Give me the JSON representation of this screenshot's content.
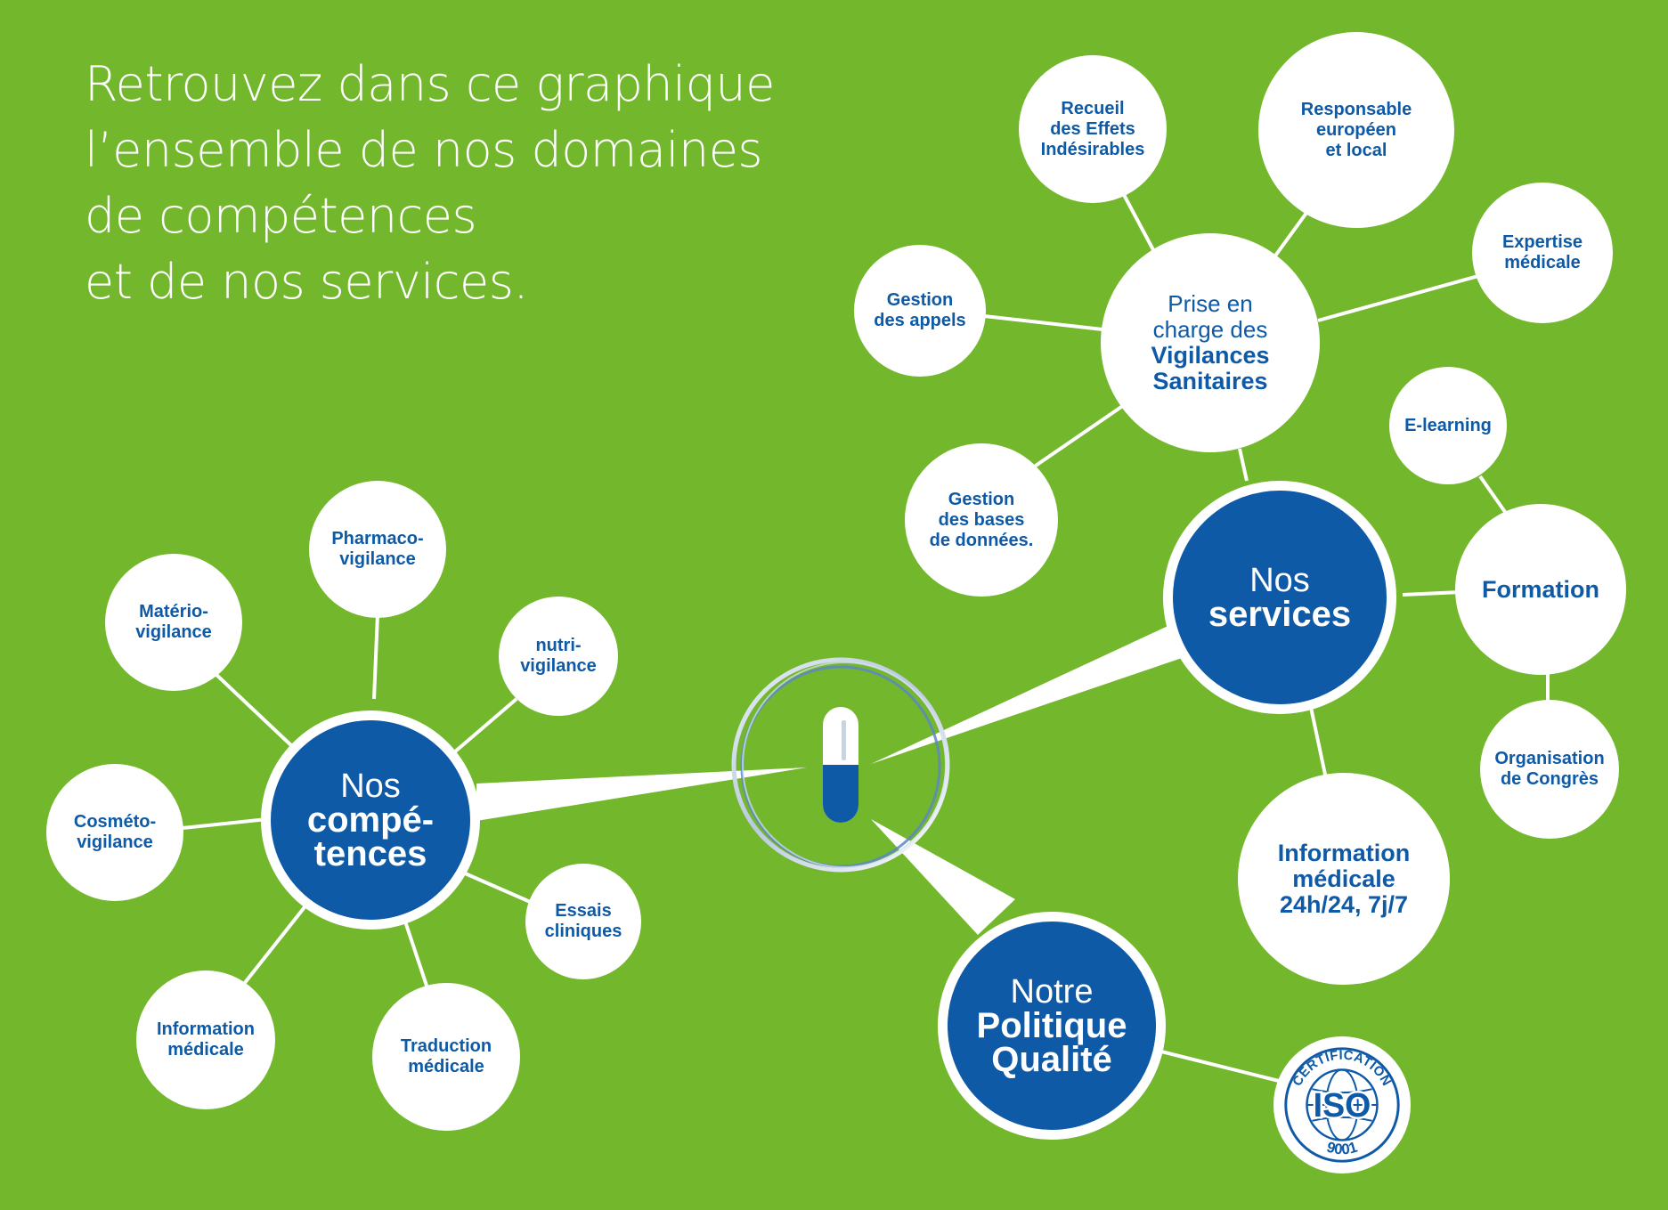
{
  "headline": [
    "Retrouvez dans ce graphique",
    "l’ensemble de nos domaines",
    "de compétences",
    "et de nos services."
  ],
  "colors": {
    "background": "#73b72d",
    "brand_blue": "#0e5aa7",
    "white": "#ffffff"
  },
  "hubs": {
    "competences": {
      "light": [
        "Nos"
      ],
      "bold": [
        "compé-",
        "tences"
      ]
    },
    "services": {
      "light": [
        "Nos"
      ],
      "bold": [
        "services"
      ]
    },
    "qualite": {
      "light": [
        "Notre"
      ],
      "bold": [
        "Politique",
        "Qualité"
      ]
    }
  },
  "competences": [
    {
      "id": "pharmaco",
      "lines": [
        "Pharmaco-",
        "vigilance"
      ]
    },
    {
      "id": "materio",
      "lines": [
        "Matério-",
        "vigilance"
      ]
    },
    {
      "id": "nutri",
      "lines": [
        "nutri-",
        "vigilance"
      ]
    },
    {
      "id": "cosmeto",
      "lines": [
        "Cosméto-",
        "vigilance"
      ]
    },
    {
      "id": "essais",
      "lines": [
        "Essais",
        "cliniques"
      ]
    },
    {
      "id": "information",
      "lines": [
        "Information",
        "médicale"
      ]
    },
    {
      "id": "traduction",
      "lines": [
        "Traduction",
        "médicale"
      ]
    }
  ],
  "vigilances": {
    "center": {
      "light": [
        "Prise en",
        "charge des"
      ],
      "bold": [
        "Vigilances",
        "Sanitaires"
      ]
    },
    "items": [
      {
        "id": "recueil",
        "lines": [
          "Recueil",
          "des Effets",
          "Indésirables"
        ]
      },
      {
        "id": "responsable",
        "lines": [
          "Responsable",
          "européen",
          "et local"
        ]
      },
      {
        "id": "expertise",
        "lines": [
          "Expertise",
          "médicale"
        ]
      },
      {
        "id": "appels",
        "lines": [
          "Gestion",
          "des appels"
        ]
      },
      {
        "id": "bases",
        "lines": [
          "Gestion",
          "des bases",
          "de données."
        ]
      }
    ]
  },
  "formation": {
    "center": [
      "Formation"
    ],
    "items": [
      {
        "id": "elearning",
        "lines": [
          "E-learning"
        ]
      },
      {
        "id": "congres",
        "lines": [
          "Organisation",
          "de Congrès"
        ]
      }
    ]
  },
  "info_medicale_24h": [
    "Information",
    "médicale",
    "24h/24, 7j/7"
  ],
  "iso_badge": {
    "top": "CERTIFICATION",
    "center": "ISO",
    "bottom": "9001"
  }
}
